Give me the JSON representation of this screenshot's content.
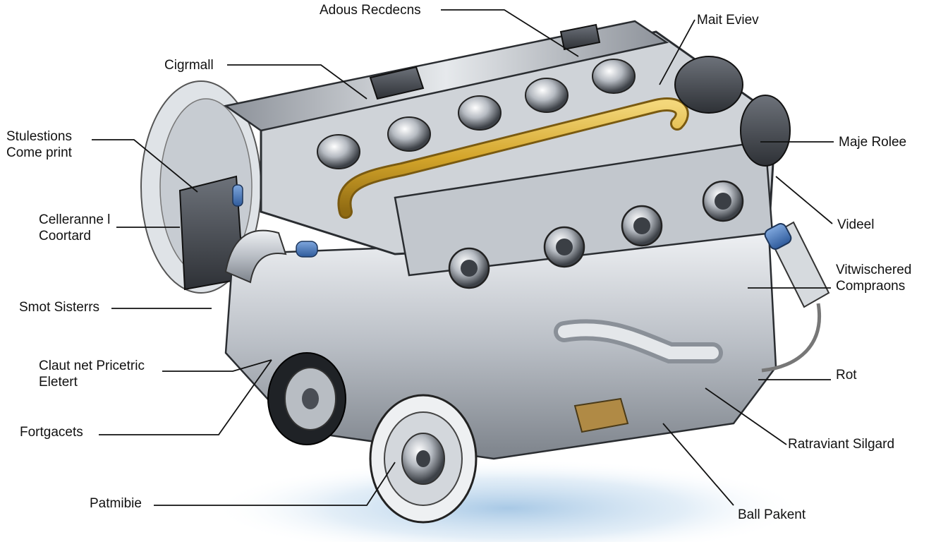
{
  "diagram": {
    "colors": {
      "ink": "#111111",
      "metal_light": "#d9dde2",
      "metal_mid": "#a9aeb5",
      "metal_dark": "#4a4e55",
      "gold_pipe": "#d4a52a",
      "blue_accent": "#3f6fb6",
      "floor_glow": "#bcd6ec"
    },
    "labels": [
      {
        "id": "top-center",
        "lines": [
          "Adous Recdecns"
        ]
      },
      {
        "id": "top-right",
        "lines": [
          "Mait Eviev"
        ]
      },
      {
        "id": "left-1",
        "lines": [
          "Cigrmall"
        ]
      },
      {
        "id": "left-2",
        "lines": [
          "Stulestions",
          "Come print"
        ]
      },
      {
        "id": "left-3",
        "lines": [
          "Celleranne l",
          "Coortard"
        ]
      },
      {
        "id": "left-4",
        "lines": [
          "Smot Sisterrs"
        ]
      },
      {
        "id": "left-5",
        "lines": [
          "Claut net Pricetric",
          "Eletert"
        ]
      },
      {
        "id": "left-6",
        "lines": [
          "Fortgacets"
        ]
      },
      {
        "id": "left-7",
        "lines": [
          "Patmibie"
        ]
      },
      {
        "id": "right-1",
        "lines": [
          "Maje Rolee"
        ]
      },
      {
        "id": "right-2",
        "lines": [
          "Videel"
        ]
      },
      {
        "id": "right-3",
        "lines": [
          "Vitwischered",
          "Compraons"
        ]
      },
      {
        "id": "right-4",
        "lines": [
          "Rot"
        ]
      },
      {
        "id": "right-5",
        "lines": [
          "Ratraviant Silgard"
        ]
      },
      {
        "id": "right-6",
        "lines": [
          "Ball Pakent"
        ]
      }
    ]
  }
}
